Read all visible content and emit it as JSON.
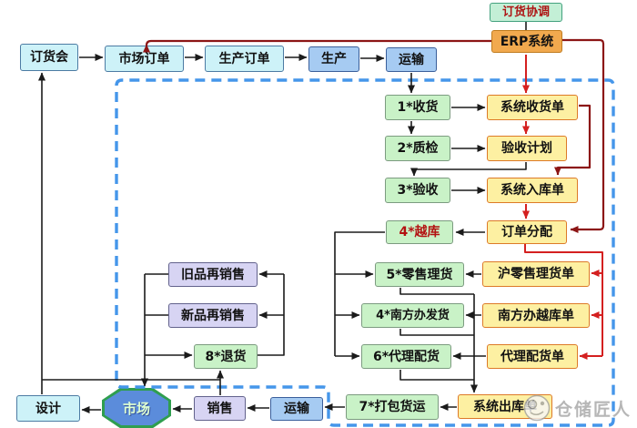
{
  "nodes": {
    "order_meeting": "订货会",
    "market_order": "市场订单",
    "production_order": "生产订单",
    "production": "生产",
    "transport_in": "运输",
    "order_coordination": "订货协调",
    "erp": "ERP系统",
    "receiving": "1*收货",
    "quality_check": "2*质检",
    "acceptance": "3*验收",
    "cross_dock": "4*越库",
    "retail_picking": "5*零售理货",
    "south_shipping": "4*南方办发货",
    "agent_distribution": "6*代理配货",
    "packing": "7*打包货运",
    "receipt_doc": "系统收货单",
    "acceptance_plan": "验收计划",
    "inbound_doc": "系统入库单",
    "order_allocation": "订单分配",
    "sh_retail_doc": "沪零售理货单",
    "south_crossdock_doc": "南方办越库单",
    "agent_doc": "代理配货单",
    "outbound_doc": "系统出库单",
    "old_resale": "旧品再销售",
    "new_resale": "新品再销售",
    "returns": "8*退货",
    "design": "设计",
    "market": "市场",
    "sales": "销售",
    "transport_out": "运输"
  },
  "watermark": {
    "brand": "仓储匠人"
  },
  "colors": {
    "dashed_boundary": "#4596ea",
    "flow_arrow_black": "#1b1b1b",
    "flow_arrow_red": "#d42020",
    "erp_link_dark_red": "#8c1515",
    "process_box_green": "#c9f2c7",
    "document_box_yellow": "#fdf0a2",
    "order_box_cyan": "#cdf2f8",
    "transport_box_blue": "#a6cbf2",
    "resale_box_lavender": "#d7d4f3",
    "erp_box_orange": "#f1a94e",
    "market_octagon_blue": "#5b8cdb",
    "market_octagon_border_green": "#2f9e4f",
    "emphasis_red_text": "#b31212"
  }
}
